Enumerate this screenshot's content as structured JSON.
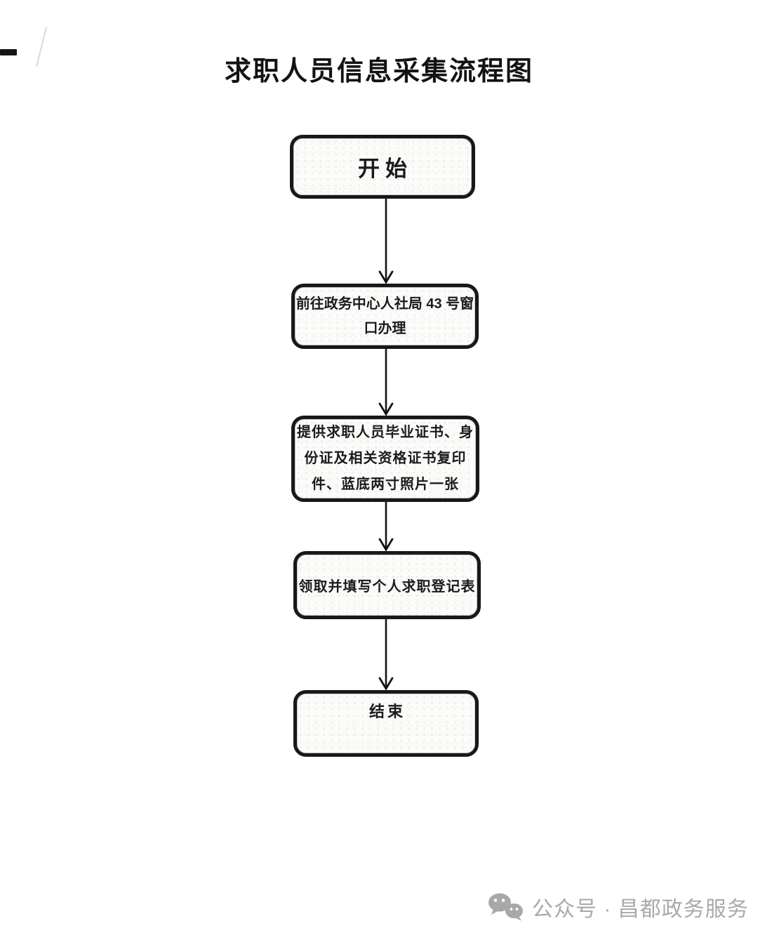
{
  "page": {
    "title": "求职人员信息采集流程图"
  },
  "flowchart": {
    "nodes": [
      {
        "id": "start",
        "label": "开始"
      },
      {
        "id": "step-1",
        "label": "前往政务中心人社局 43 号窗\n口办理"
      },
      {
        "id": "step-2",
        "label": "提供求职人员毕业证书、身\n份证及相关资格证书复印\n件、蓝底两寸照片一张"
      },
      {
        "id": "step-3",
        "label": "领取并填写个人求职登记表"
      },
      {
        "id": "end",
        "label": "结束"
      }
    ]
  },
  "watermark": {
    "icon": "wechat-icon",
    "label": "公众号 · 昌都政务服务",
    "color": "#a9a9a9"
  },
  "colors": {
    "box_border": "#181818",
    "box_fill": "#fbfbf9",
    "text": "#1b1b1b",
    "background": "#ffffff"
  }
}
